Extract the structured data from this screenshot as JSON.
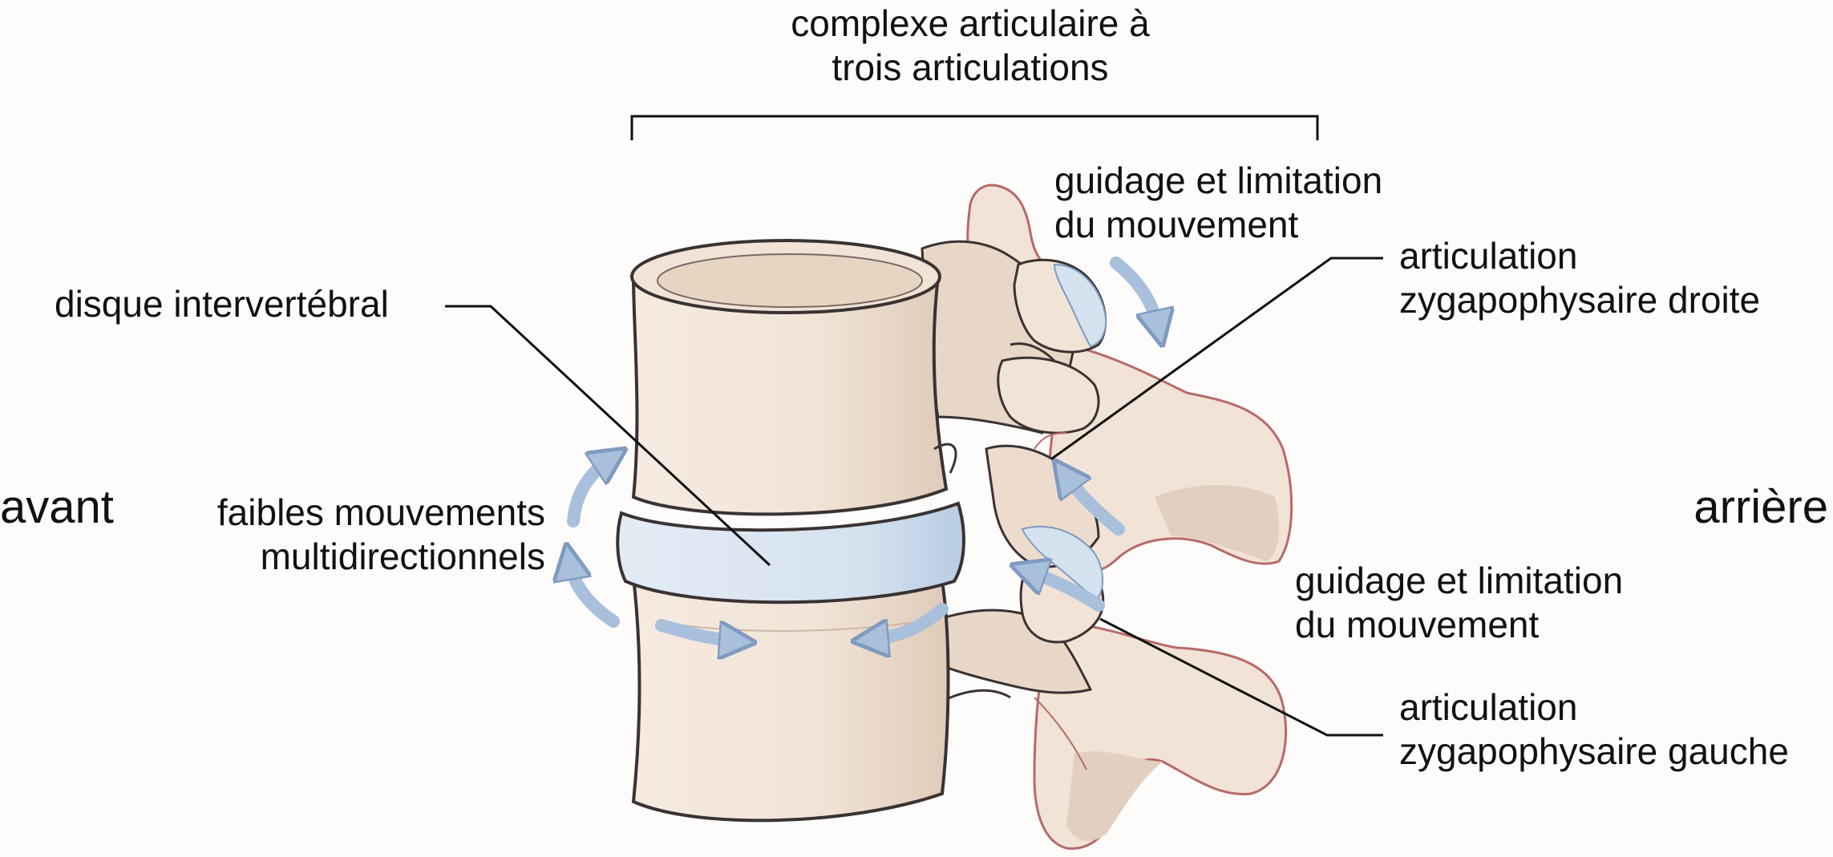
{
  "labels": {
    "top_title_line1": "complexe articulaire à",
    "top_title_line2": "trois articulations",
    "disc": "disque intervertébral",
    "guidance_top_line1": "guidage et limitation",
    "guidance_top_line2": "du mouvement",
    "right_facet_line1": "articulation",
    "right_facet_line2": "zygapophysaire droite",
    "front": "avant",
    "back": "arrière",
    "multidir_line1": "faibles mouvements",
    "multidir_line2": "multidirectionnels",
    "guidance_bottom_line1": "guidage et limitation",
    "guidance_bottom_line2": "du mouvement",
    "left_facet_line1": "articulation",
    "left_facet_line2": "zygapophysaire gauche"
  },
  "colors": {
    "bone": "#f1e3d6",
    "bone_shade": "#e2cfbf",
    "bone_outline": "#3a3333",
    "process_outline": "#b86a6a",
    "disc": "#d5e2ef",
    "disc_shade": "#b8cde2",
    "arrow_fill": "#a9c0dc",
    "arrow_stroke": "#7f9bc0",
    "leader": "#111111"
  }
}
